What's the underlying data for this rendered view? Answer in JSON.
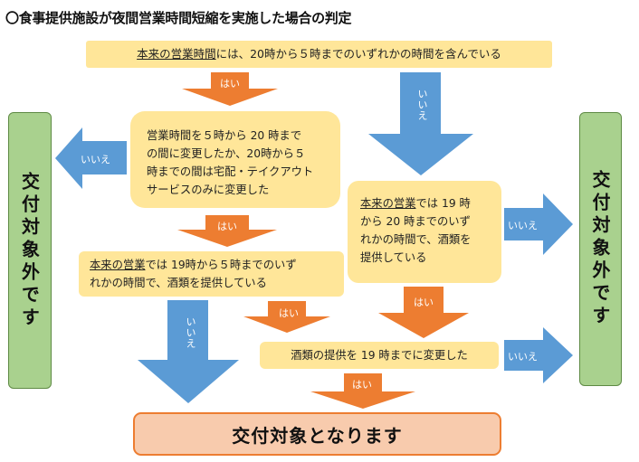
{
  "title": "〇食事提供施設が夜間営業時間短縮を実施した場合の判定",
  "conditions": {
    "top": {
      "underlined": "本来の営業時間",
      "rest": "には、20時から５時までのいずれかの時間を含んでいる"
    },
    "a": {
      "lines": [
        "営業時間を５時から 20 時まで",
        "の間に変更したか、20時から５",
        "時までの間は宅配・テイクアウト",
        "サービスのみに変更した"
      ]
    },
    "b": {
      "underlined": "本来の営業",
      "line1_rest": "では 19時から５時までのいず",
      "line2": "れかの時間で、酒類を提供している"
    },
    "c": {
      "underlined": "本来の営業",
      "line1_rest": "では 19 時",
      "lines": [
        "から 20 時までのいず",
        "れかの時間で、酒類を",
        "提供している"
      ]
    },
    "d": {
      "text": "酒類の提供を 19 時までに変更した"
    }
  },
  "outcomes": {
    "left": "交付対象外です",
    "right": "交付対象外です",
    "result": "交付対象となります"
  },
  "arrow_labels": {
    "yes": "はい",
    "no": "いいえ"
  },
  "colors": {
    "condition_fill": "#ffe699",
    "yes_arrow": "#ed7d31",
    "no_arrow": "#5b9bd5",
    "excluded_fill": "#a9d18e",
    "result_fill": "#f8cbad"
  }
}
